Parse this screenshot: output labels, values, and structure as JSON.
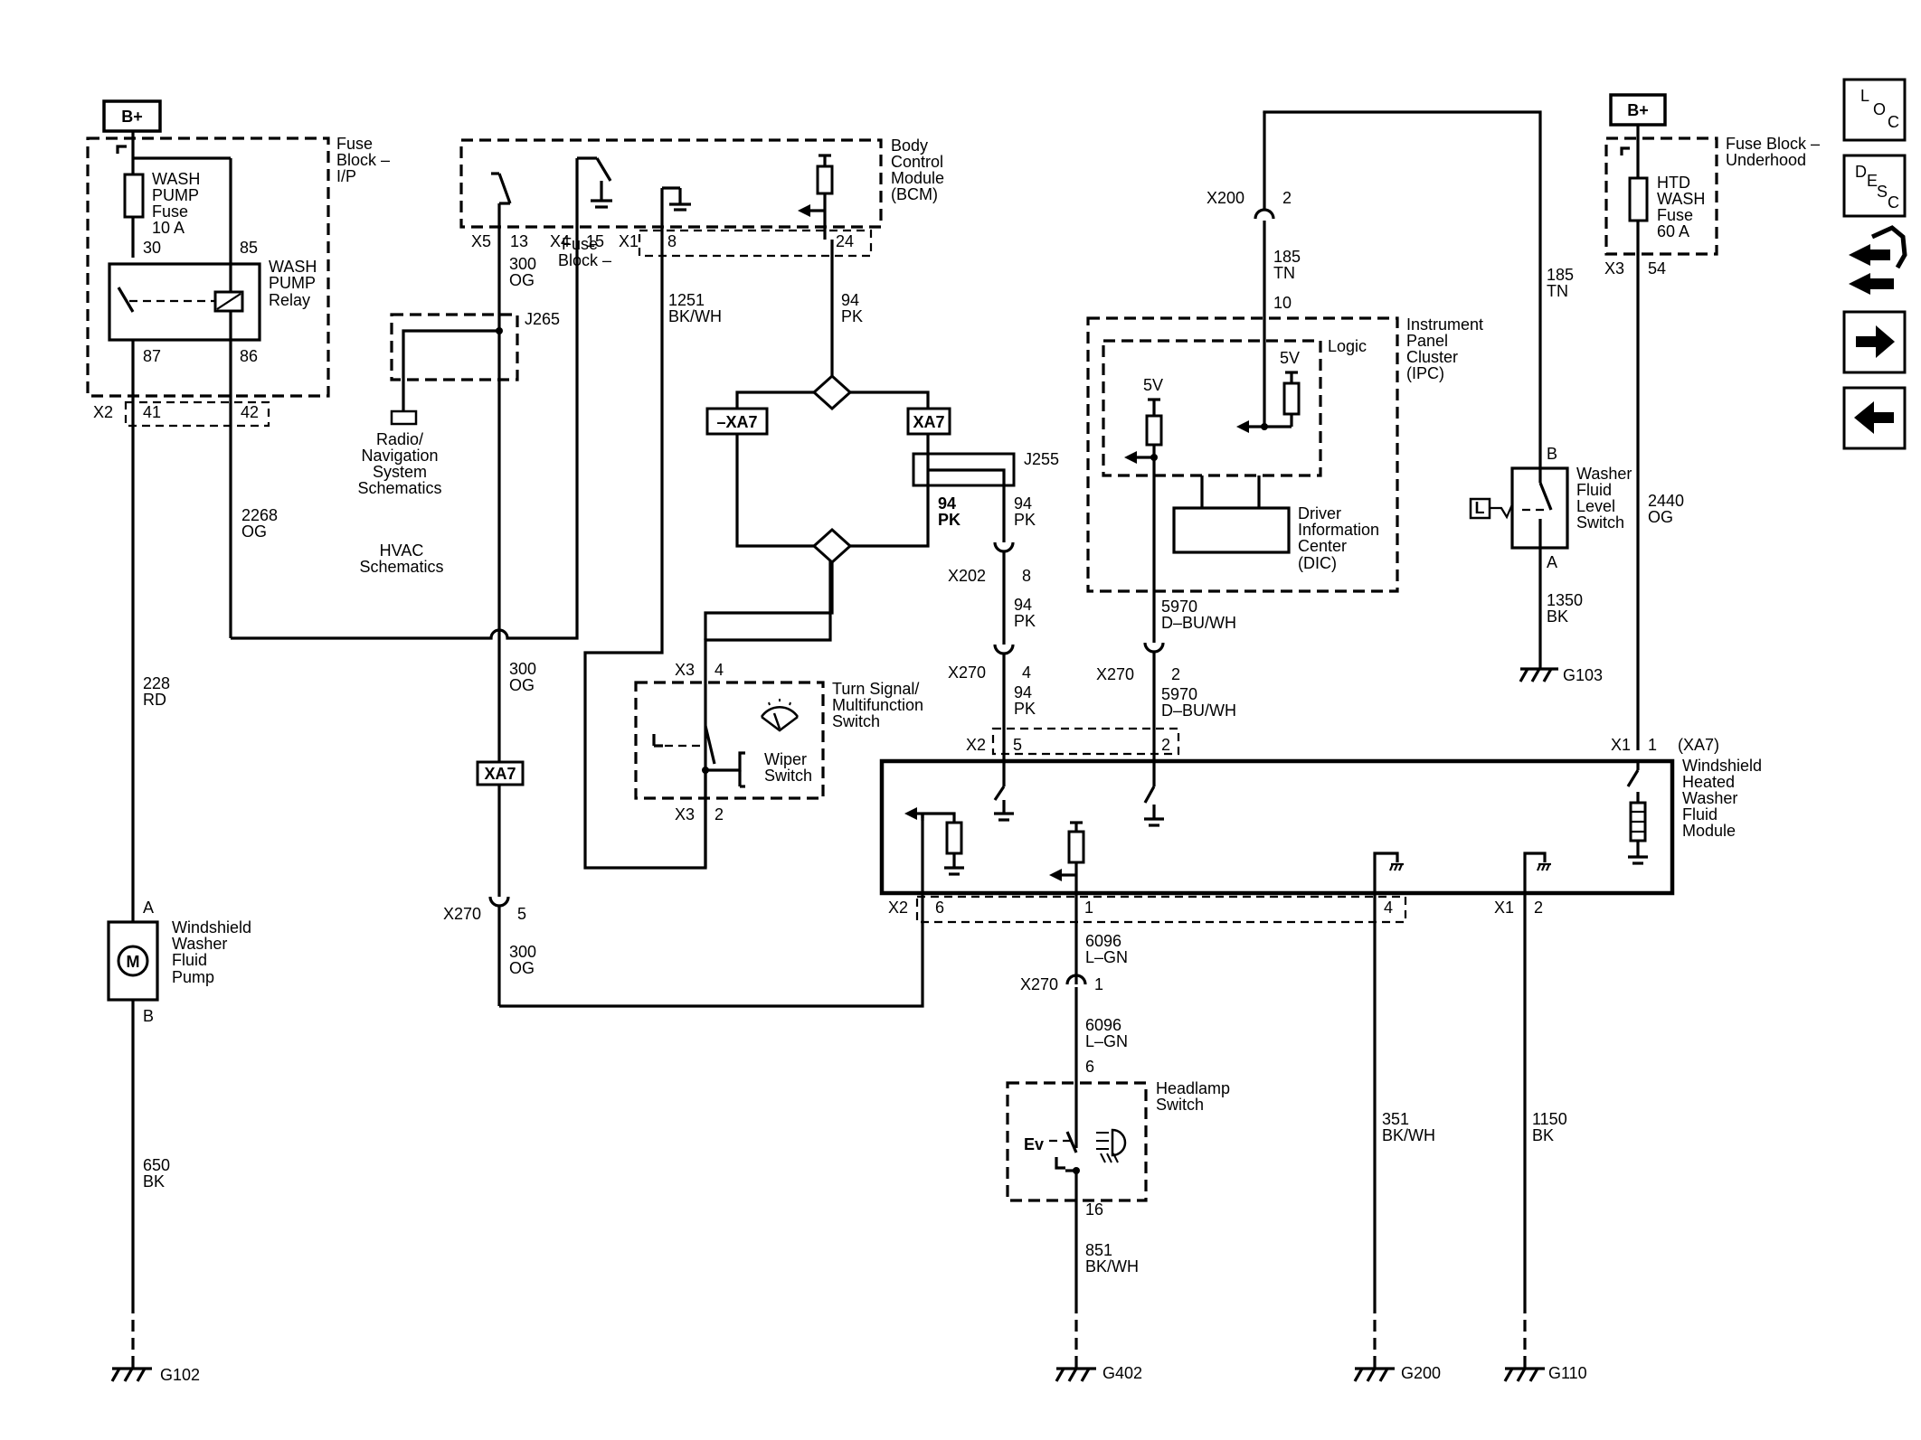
{
  "components": {
    "bplus_left": "B+",
    "bplus_right": "B+",
    "fuse_block_ip": [
      "Fuse",
      "Block –",
      "I/P"
    ],
    "wash_pump_fuse": [
      "WASH",
      "PUMP",
      "Fuse",
      "10 A"
    ],
    "wash_pump_relay": [
      "WASH",
      "PUMP",
      "Relay"
    ],
    "relay_pins": {
      "p30": "30",
      "p85": "85",
      "p87": "87",
      "p86": "86"
    },
    "fuse_ip_connector": {
      "name": "X2",
      "pin_a": "41",
      "pin_b": "42"
    },
    "bcm": [
      "Body",
      "Control",
      "Module",
      "(BCM)"
    ],
    "bcm_connectors": {
      "x5": "X5",
      "x5_pin": "13",
      "x4": "X4",
      "x4_pin": "15",
      "x1": "X1",
      "x1_pin": "8",
      "pin24": "24"
    },
    "overlap_fuse_block": [
      "Fuse",
      "Block –"
    ],
    "splice_j265": "J265",
    "radio_nav": [
      "Radio/",
      "Navigation",
      "System",
      "Schematics"
    ],
    "hvac": [
      "HVAC",
      "Schematics"
    ],
    "splice_j255": "J255",
    "xa7_neg": "–XA7",
    "xa7_pos": "XA7",
    "xa7_inline": "XA7",
    "turn_signal_switch": [
      "Turn Signal/",
      "Multifunction",
      "Switch"
    ],
    "wiper_switch": [
      "Wiper",
      "Switch"
    ],
    "ts_connectors": {
      "x3_top": "X3",
      "pin4": "4",
      "x3_bot": "X3",
      "pin2": "2"
    },
    "washer_pump": [
      "Windshield",
      "Washer",
      "Fluid",
      "Pump"
    ],
    "pump_pins": {
      "a": "A",
      "b": "B",
      "m": "M"
    },
    "ipc": [
      "Instrument",
      "Panel",
      "Cluster",
      "(IPC)"
    ],
    "logic": "Logic",
    "v5_a": "5V",
    "v5_b": "5V",
    "dic": [
      "Driver",
      "Information",
      "Center",
      "(DIC)"
    ],
    "x200": {
      "name": "X200",
      "pin": "2"
    },
    "ipc_pin10": "10",
    "fuse_block_underhood": [
      "Fuse Block –",
      "Underhood"
    ],
    "htd_wash_fuse": [
      "HTD",
      "WASH",
      "Fuse",
      "60 A"
    ],
    "underhood_connector": {
      "name": "X3",
      "pin": "54"
    },
    "washer_level_switch": [
      "Washer",
      "Fluid",
      "Level",
      "Switch"
    ],
    "level_pins": {
      "b": "B",
      "a": "A",
      "l": "L"
    },
    "heated_module": [
      "(XA7)",
      "Windshield",
      "Heated",
      "Washer",
      "Fluid",
      "Module"
    ],
    "module_connectors": {
      "x2_top": "X2",
      "x2_top_pin5": "5",
      "x2_top_pin2": "2",
      "x1_top": "X1",
      "x1_top_pin": "1",
      "x2_bot": "X2",
      "x2_bot_pin6": "6",
      "x2_bot_pin1": "1",
      "x2_bot_pin4": "4",
      "x1_bot": "X1",
      "x1_bot_pin": "2"
    },
    "x202": {
      "name": "X202",
      "pin": "8"
    },
    "x270_a": {
      "name": "X270",
      "pin": "4"
    },
    "x270_b": {
      "name": "X270",
      "pin": "2"
    },
    "x270_c": {
      "name": "X270",
      "pin": "5"
    },
    "x270_d": {
      "name": "X270",
      "pin": "1"
    },
    "headlamp_switch": [
      "Headlamp",
      "Switch"
    ],
    "headlamp_pins": {
      "top": "6",
      "bottom": "16",
      "ev": "Ev"
    }
  },
  "wires": {
    "w228": [
      "228",
      "RD"
    ],
    "w650": [
      "650",
      "BK"
    ],
    "w2268": [
      "2268",
      "OG"
    ],
    "w300_a": [
      "300",
      "OG"
    ],
    "w300_b": [
      "300",
      "OG"
    ],
    "w300_c": [
      "300",
      "OG"
    ],
    "w1251": [
      "1251",
      "BK/WH"
    ],
    "w94_a": [
      "94",
      "PK"
    ],
    "w94_b": [
      "94",
      "PK"
    ],
    "w94_c": [
      "94",
      "PK"
    ],
    "w94_d": [
      "94",
      "PK"
    ],
    "w94_e": [
      "94",
      "PK"
    ],
    "w185_a": [
      "185",
      "TN"
    ],
    "w185_b": [
      "185",
      "TN"
    ],
    "w5970_a": [
      "5970",
      "D–BU/WH"
    ],
    "w5970_b": [
      "5970",
      "D–BU/WH"
    ],
    "w2440": [
      "2440",
      "OG"
    ],
    "w1350": [
      "1350",
      "BK"
    ],
    "w6096_a": [
      "6096",
      "L–GN"
    ],
    "w6096_b": [
      "6096",
      "L–GN"
    ],
    "w851": [
      "851",
      "BK/WH"
    ],
    "w351": [
      "351",
      "BK/WH"
    ],
    "w1150": [
      "1150",
      "BK"
    ]
  },
  "grounds": {
    "g102": "G102",
    "g402": "G402",
    "g200": "G200",
    "g110": "G110",
    "g103": "G103"
  },
  "nav_buttons": {
    "loc": {
      "l": "L",
      "o": "O",
      "c": "C"
    },
    "desc": {
      "d": "D",
      "e": "E",
      "s": "S",
      "c": "C"
    }
  }
}
